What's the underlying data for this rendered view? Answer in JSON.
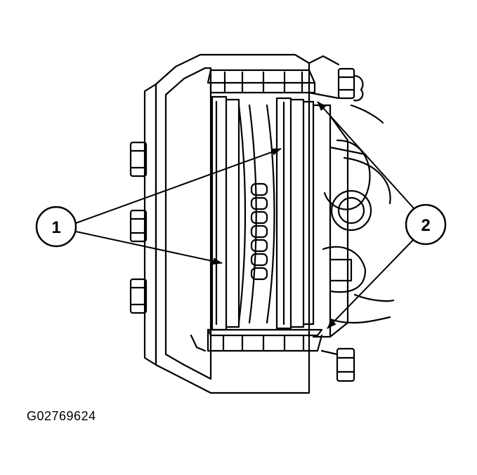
{
  "figure": {
    "id_label": "G02769624"
  },
  "callouts": [
    {
      "number": "1"
    },
    {
      "number": "2"
    }
  ],
  "colors": {
    "line": "#000000",
    "background": "#ffffff"
  }
}
